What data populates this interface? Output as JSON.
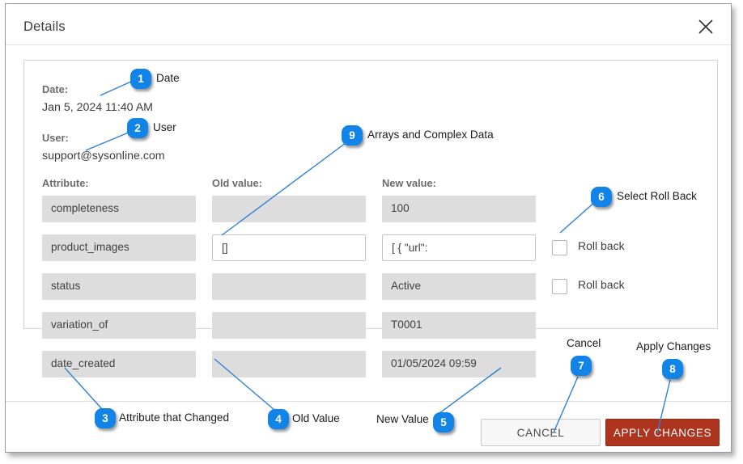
{
  "dialog": {
    "title": "Details",
    "close_icon": "close-icon"
  },
  "details": {
    "date_label": "Date:",
    "date_value": "Jan 5, 2024 11:40 AM",
    "user_label": "User:",
    "user_value": "support@sysonline.com",
    "columns": {
      "attribute": "Attribute:",
      "old_value": "Old value:",
      "new_value": "New value:"
    },
    "rows": [
      {
        "attribute": "completeness",
        "old_value": "",
        "new_value": "100",
        "editable": false,
        "rollback": null
      },
      {
        "attribute": "product_images",
        "old_value": "[]",
        "new_value": "[ { \"url\":",
        "editable": true,
        "rollback": {
          "label": "Roll back",
          "checked": false
        }
      },
      {
        "attribute": "status",
        "old_value": "",
        "new_value": "Active",
        "editable": false,
        "rollback": {
          "label": "Roll back",
          "checked": false
        }
      },
      {
        "attribute": "variation_of",
        "old_value": "",
        "new_value": "T0001",
        "editable": false,
        "rollback": null
      },
      {
        "attribute": "date_created",
        "old_value": "",
        "new_value": "01/05/2024 09:59",
        "editable": false,
        "rollback": null
      }
    ]
  },
  "footer": {
    "cancel_label": "CANCEL",
    "apply_label": "APPLY CHANGES"
  },
  "colors": {
    "badge": "#1283e7",
    "apply_button": "#ad3520",
    "leader_line": "#2f80d8",
    "readonly_field": "#dddddd"
  },
  "annotations": [
    {
      "number": "1",
      "text": "Date"
    },
    {
      "number": "2",
      "text": "User"
    },
    {
      "number": "3",
      "text": "Attribute that Changed"
    },
    {
      "number": "4",
      "text": "Old Value"
    },
    {
      "number": "5",
      "text": "New Value"
    },
    {
      "number": "6",
      "text": "Select Roll Back"
    },
    {
      "number": "7",
      "text": "Cancel"
    },
    {
      "number": "8",
      "text": "Apply Changes"
    },
    {
      "number": "9",
      "text": "Arrays and Complex Data"
    }
  ]
}
